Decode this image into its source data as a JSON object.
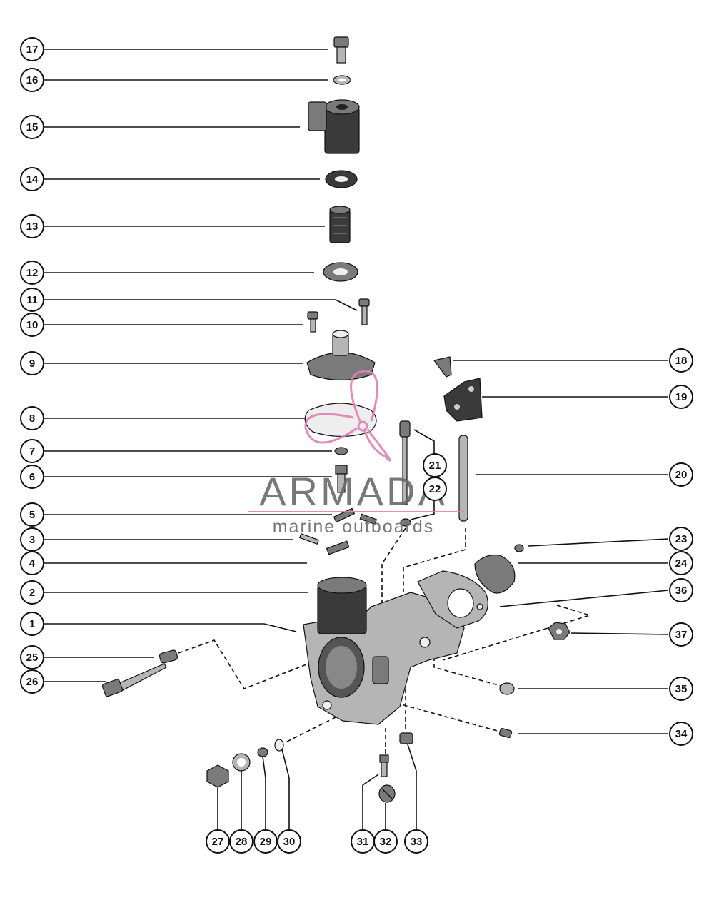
{
  "callouts": {
    "c1": "1",
    "c2": "2",
    "c3": "3",
    "c4": "4",
    "c5": "5",
    "c6": "6",
    "c7": "7",
    "c8": "8",
    "c9": "9",
    "c10": "10",
    "c11": "11",
    "c12": "12",
    "c13": "13",
    "c14": "14",
    "c15": "15",
    "c16": "16",
    "c17": "17",
    "c18": "18",
    "c19": "19",
    "c20": "20",
    "c21": "21",
    "c22": "22",
    "c23": "23",
    "c24": "24",
    "c25": "25",
    "c26": "26",
    "c27": "27",
    "c28": "28",
    "c29": "29",
    "c30": "30",
    "c31": "31",
    "c32": "32",
    "c33": "33",
    "c34": "34",
    "c35": "35",
    "c36": "36",
    "c37": "37"
  },
  "watermark": {
    "brand": "ARMADA",
    "tagline": "marine outboards",
    "accent_color": "#e27fb4"
  }
}
